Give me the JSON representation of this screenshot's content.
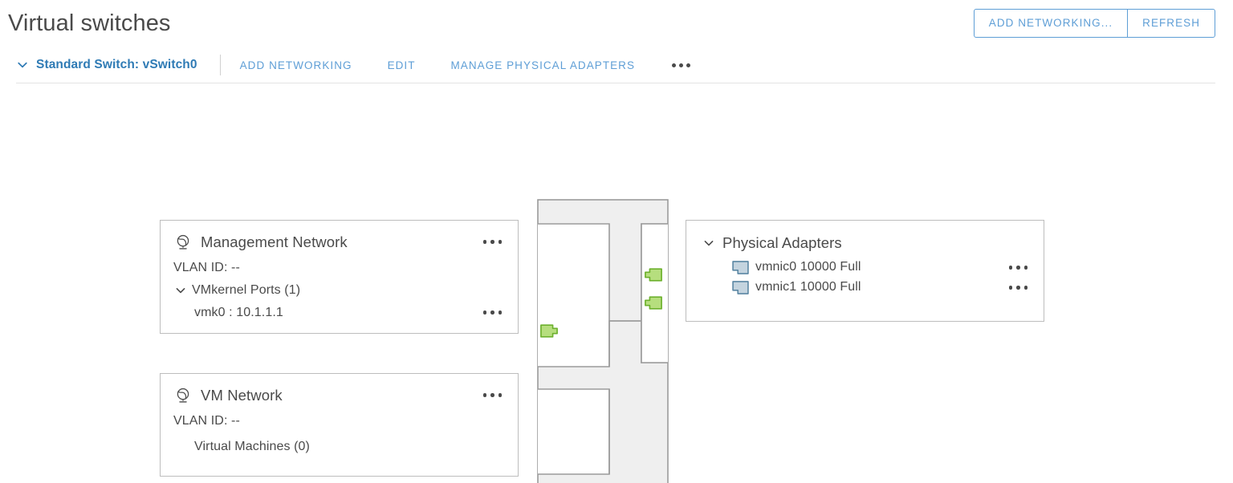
{
  "header": {
    "title": "Virtual switches",
    "actions": [
      {
        "label": "ADD NETWORKING...",
        "name": "add-networking-button"
      },
      {
        "label": "REFRESH",
        "name": "refresh-button"
      }
    ]
  },
  "switch_bar": {
    "chevron_icon": "chevron-down-icon",
    "switch_label": "Standard Switch: vSwitch0",
    "links": [
      {
        "label": "ADD NETWORKING",
        "name": "add-networking-link"
      },
      {
        "label": "EDIT",
        "name": "edit-link"
      },
      {
        "label": "MANAGE PHYSICAL ADAPTERS",
        "name": "manage-physical-adapters-link"
      }
    ],
    "overflow_icon": "ellipsis-icon"
  },
  "port_groups": [
    {
      "name": "Management Network",
      "icon": "port-group-globe-icon",
      "vlan_label": "VLAN ID: --",
      "children_header": "VMkernel Ports (1)",
      "children_chevron": "chevron-down-icon",
      "items": [
        {
          "label": "vmk0 : 10.1.1.1",
          "menu_icon": "ellipsis-icon"
        }
      ],
      "menu_icon": "ellipsis-icon"
    },
    {
      "name": "VM Network",
      "icon": "port-group-globe-icon",
      "vlan_label": "VLAN ID: --",
      "children_header": "Virtual Machines (0)",
      "children_chevron": null,
      "items": [],
      "menu_icon": "ellipsis-icon"
    }
  ],
  "physical_adapters": {
    "title": "Physical Adapters",
    "chevron_icon": "chevron-down-icon",
    "adapters": [
      {
        "label": "vmnic0 10000 Full",
        "icon": "nic-card-icon",
        "menu_icon": "ellipsis-icon"
      },
      {
        "label": "vmnic1 10000 Full",
        "icon": "nic-card-icon",
        "menu_icon": "ellipsis-icon"
      }
    ]
  },
  "switch_graphic": {
    "connectors": [
      {
        "name": "vmkernel-port-connector",
        "color": "#8cc63e"
      },
      {
        "name": "uplink-connector-vmnic0",
        "color": "#8cc63e"
      },
      {
        "name": "uplink-connector-vmnic1",
        "color": "#8cc63e"
      }
    ],
    "body_color": "#efefef",
    "line_color": "#9b9b9b"
  },
  "colors": {
    "accent": "#5e9ed6",
    "switch_link": "#2f7bb5",
    "text": "#4a4a4a",
    "card_border": "#bdbdbd",
    "connector_green": "#8cc63e",
    "nic_blue": "#c4d4df"
  }
}
